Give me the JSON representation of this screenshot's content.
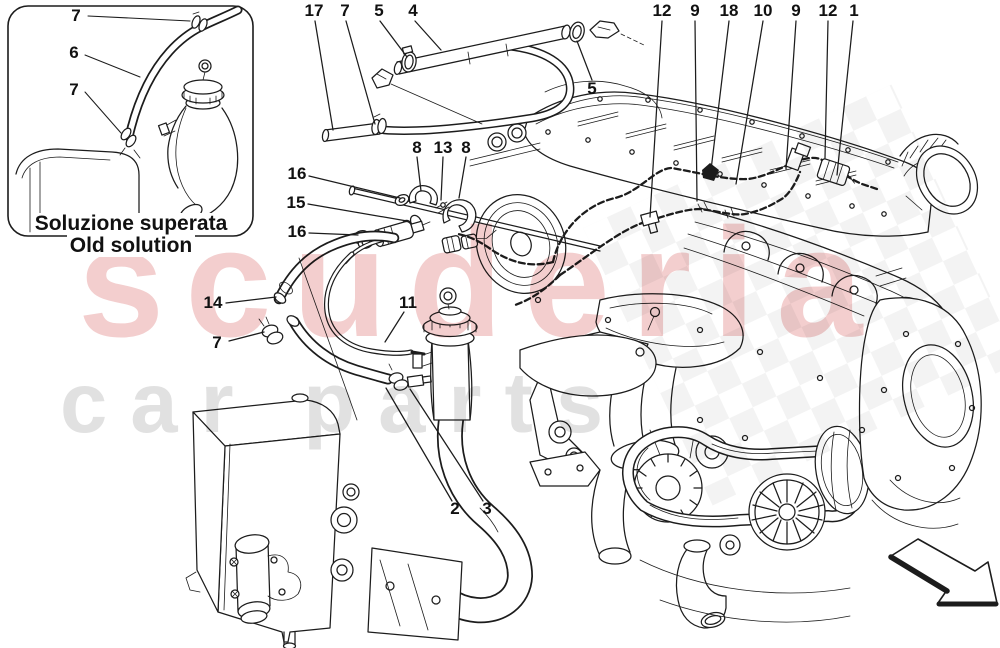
{
  "page": {
    "background": "#ffffff",
    "line_color": "#1c1c1c"
  },
  "inset": {
    "caption_line1": "Soluzione superata",
    "caption_line2": "Old solution"
  },
  "watermark": {
    "brand_line1": "scuderia",
    "brand_line2": "car parts",
    "red_color": "#f2c9c9",
    "gray_color": "#dedede"
  },
  "callouts": [
    {
      "label": "7"
    },
    {
      "label": "6"
    },
    {
      "label": "7"
    },
    {
      "label": "17"
    },
    {
      "label": "7"
    },
    {
      "label": "5"
    },
    {
      "label": "4"
    },
    {
      "label": "5"
    },
    {
      "label": "12"
    },
    {
      "label": "9"
    },
    {
      "label": "18"
    },
    {
      "label": "10"
    },
    {
      "label": "9"
    },
    {
      "label": "12"
    },
    {
      "label": "1"
    },
    {
      "label": "8"
    },
    {
      "label": "13"
    },
    {
      "label": "8"
    },
    {
      "label": "16"
    },
    {
      "label": "15"
    },
    {
      "label": "16"
    },
    {
      "label": "14"
    },
    {
      "label": "7"
    },
    {
      "label": "11"
    },
    {
      "label": "2"
    },
    {
      "label": "3"
    }
  ]
}
